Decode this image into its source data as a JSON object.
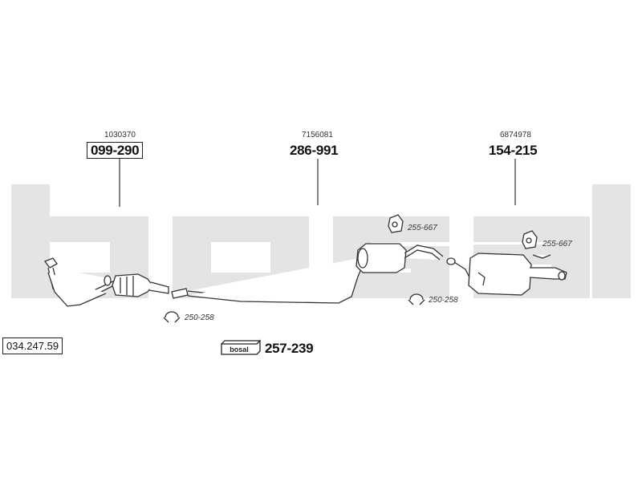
{
  "catalog_ref": "034.247.59",
  "brand_mark": "bosal",
  "parts": [
    {
      "id": "catalytic-converter",
      "oem": "1030370",
      "number": "099-290"
    },
    {
      "id": "centre-silencer",
      "oem": "7156081",
      "number": "286-991"
    },
    {
      "id": "rear-silencer",
      "oem": "6874978",
      "number": "154-215"
    }
  ],
  "accessories": [
    {
      "id": "clamp-front",
      "number": "250-258"
    },
    {
      "id": "clamp-mid",
      "number": "250-258"
    },
    {
      "id": "rubber-mount-mid",
      "number": "255-667"
    },
    {
      "id": "rubber-mount-rear",
      "number": "255-667"
    }
  ],
  "mounting_kit": {
    "number": "257-239"
  },
  "colors": {
    "watermark": "#e4e4e4",
    "line": "#333333"
  }
}
